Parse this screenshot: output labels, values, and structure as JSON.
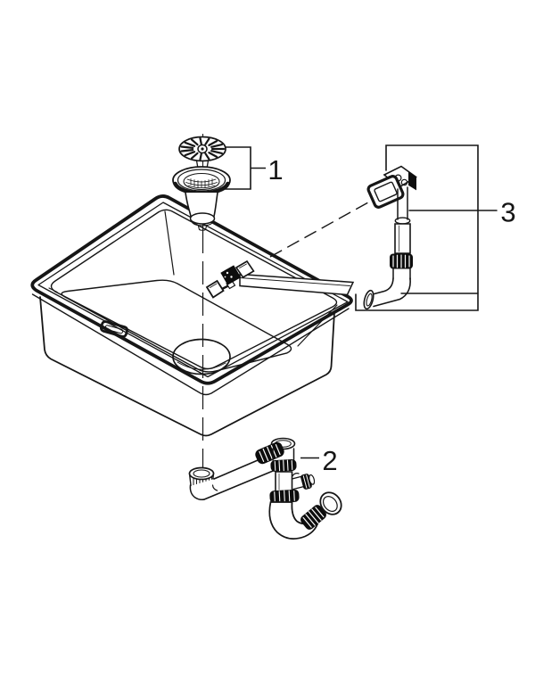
{
  "diagram": {
    "kind": "exploded-parts-diagram",
    "subject_icon": "kitchen-sink-drain-installation-diagram",
    "background_color": "#ffffff",
    "line_color": "#161616",
    "dark_fill_color": "#0d0d0d",
    "callouts": {
      "part1": "1",
      "part2": "2",
      "part3": "3"
    },
    "part_icons": [
      {
        "callout": "1",
        "icon": "sink-strainer-assembly-icon"
      },
      {
        "callout": "2",
        "icon": "siphon-trap-assembly-icon"
      },
      {
        "callout": "3",
        "icon": "overflow-pipe-assembly-icon"
      }
    ]
  }
}
